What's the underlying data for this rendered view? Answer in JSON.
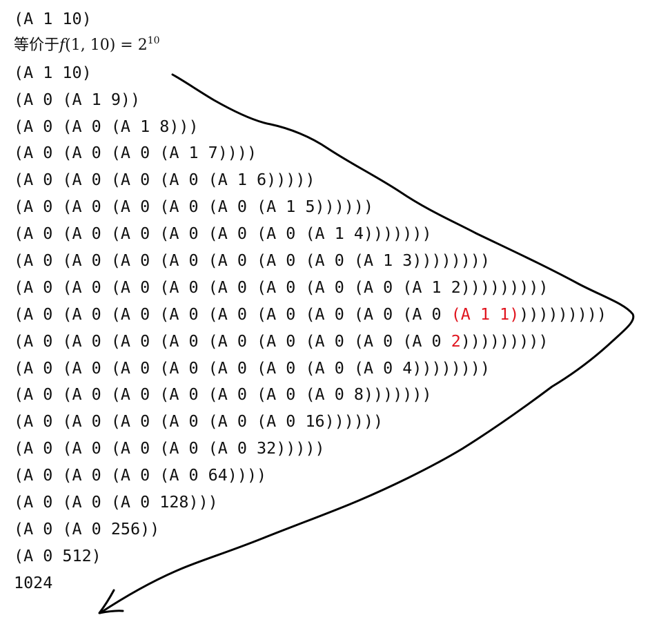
{
  "header": {
    "call": "(A 1 10)",
    "equiv_prefix": "等价于",
    "equiv_fn": "f",
    "equiv_args": "(1, 10) = 2",
    "equiv_exp": "10"
  },
  "lines": [
    {
      "pre": "(A 1 10)",
      "hl": "",
      "post": ""
    },
    {
      "pre": "(A 0 (A 1 9))",
      "hl": "",
      "post": ""
    },
    {
      "pre": "(A 0 (A 0 (A 1 8)))",
      "hl": "",
      "post": ""
    },
    {
      "pre": "(A 0 (A 0 (A 0 (A 1 7))))",
      "hl": "",
      "post": ""
    },
    {
      "pre": "(A 0 (A 0 (A 0 (A 0 (A 1 6)))))",
      "hl": "",
      "post": ""
    },
    {
      "pre": "(A 0 (A 0 (A 0 (A 0 (A 0 (A 1 5))))))",
      "hl": "",
      "post": ""
    },
    {
      "pre": "(A 0 (A 0 (A 0 (A 0 (A 0 (A 0 (A 1 4)))))))",
      "hl": "",
      "post": ""
    },
    {
      "pre": "(A 0 (A 0 (A 0 (A 0 (A 0 (A 0 (A 0 (A 1 3))))))))",
      "hl": "",
      "post": ""
    },
    {
      "pre": "(A 0 (A 0 (A 0 (A 0 (A 0 (A 0 (A 0 (A 0 (A 1 2)))))))))",
      "hl": "",
      "post": ""
    },
    {
      "pre": "(A 0 (A 0 (A 0 (A 0 (A 0 (A 0 (A 0 (A 0 (A 0 ",
      "hl": "(A 1 1)",
      "post": ")))))))))"
    },
    {
      "pre": "(A 0 (A 0 (A 0 (A 0 (A 0 (A 0 (A 0 (A 0 (A 0 ",
      "hl": "2",
      "post": ")))))))))"
    },
    {
      "pre": "(A 0 (A 0 (A 0 (A 0 (A 0 (A 0 (A 0 (A 0 4))))))))",
      "hl": "",
      "post": ""
    },
    {
      "pre": "(A 0 (A 0 (A 0 (A 0 (A 0 (A 0 (A 0 8)))))))",
      "hl": "",
      "post": ""
    },
    {
      "pre": "(A 0 (A 0 (A 0 (A 0 (A 0 (A 0 16))))))",
      "hl": "",
      "post": ""
    },
    {
      "pre": "(A 0 (A 0 (A 0 (A 0 (A 0 32)))))",
      "hl": "",
      "post": ""
    },
    {
      "pre": "(A 0 (A 0 (A 0 (A 0 64))))",
      "hl": "",
      "post": ""
    },
    {
      "pre": "(A 0 (A 0 (A 0 128)))",
      "hl": "",
      "post": ""
    },
    {
      "pre": "(A 0 (A 0 256))",
      "hl": "",
      "post": ""
    },
    {
      "pre": "(A 0 512)",
      "hl": "",
      "post": ""
    },
    {
      "pre": "1024",
      "hl": "",
      "post": ""
    }
  ],
  "colors": {
    "text": "#111111",
    "highlight": "#e0141e",
    "arrow": "#000000"
  },
  "icons": {
    "arrow": "hand-drawn-arrow-icon"
  }
}
